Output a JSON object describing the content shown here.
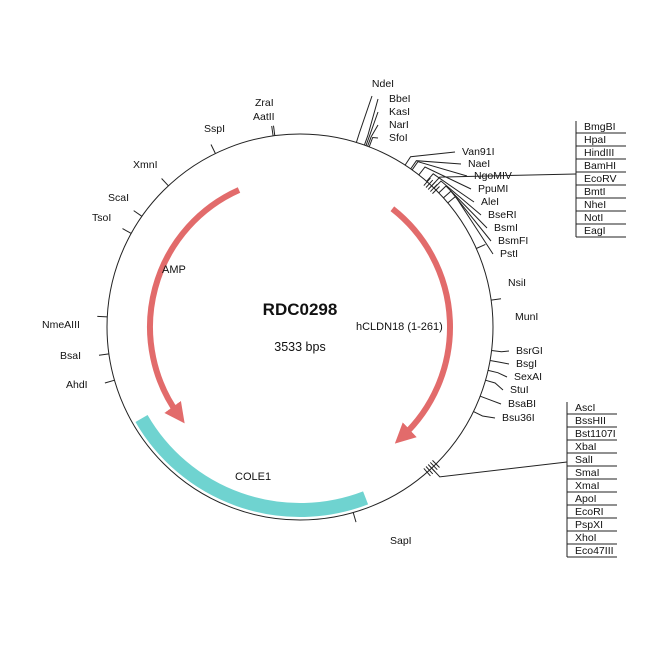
{
  "plasmid": {
    "name": "RDC0298",
    "length_label": "3533 bps",
    "length": 3533
  },
  "colors": {
    "amp": "#e26b6b",
    "hcldn18": "#e26b6b",
    "cole1": "#6fd3d0",
    "backbone": "#222222"
  },
  "features": [
    {
      "id": "amp",
      "label": "AMP",
      "type": "arrow",
      "start_deg": 336,
      "end_deg": 238,
      "direction": "ccw",
      "color": "#e26b6b"
    },
    {
      "id": "hcldn18",
      "label": "hCLDN18 (1-261)",
      "type": "arrow",
      "start_deg": 38,
      "end_deg": 140,
      "direction": "cw",
      "color": "#e26b6b"
    },
    {
      "id": "cole1",
      "label": "COLE1",
      "type": "band",
      "start_deg": 240,
      "end_deg": 159,
      "color": "#6fd3d0"
    }
  ],
  "sites": [
    {
      "label": "NdeI",
      "deg": 17
    },
    {
      "label": "BbeI",
      "deg": 19.5
    },
    {
      "label": "KasI",
      "deg": 20
    },
    {
      "label": "NarI",
      "deg": 20.5
    },
    {
      "label": "SfoI",
      "deg": 21
    },
    {
      "label": "Van91I",
      "deg": 33
    },
    {
      "label": "NaeI",
      "deg": 35
    },
    {
      "label": "NgoMIV",
      "deg": 35.5
    },
    {
      "label": "PpuMI",
      "deg": 38
    },
    {
      "label": "AleI",
      "deg": 41
    },
    {
      "label": "BseRI",
      "deg": 44
    },
    {
      "label": "BsmI",
      "deg": 46
    },
    {
      "label": "BsmFI",
      "deg": 48
    },
    {
      "label": "PstI",
      "deg": 50
    },
    {
      "label": "NsiI",
      "deg": 66
    },
    {
      "label": "MunI",
      "deg": 82
    },
    {
      "label": "BsrGI",
      "deg": 97
    },
    {
      "label": "BsgI",
      "deg": 100
    },
    {
      "label": "SexAI",
      "deg": 103
    },
    {
      "label": "StuI",
      "deg": 106
    },
    {
      "label": "BsaBI",
      "deg": 111
    },
    {
      "label": "Bsu36I",
      "deg": 116
    },
    {
      "label": "SapI",
      "deg": 164
    },
    {
      "label": "AhdI",
      "deg": 254
    },
    {
      "label": "BsaI",
      "deg": 262
    },
    {
      "label": "NmeAIII",
      "deg": 273
    },
    {
      "label": "TsoI",
      "deg": 299
    },
    {
      "label": "ScaI",
      "deg": 305
    },
    {
      "label": "XmnI",
      "deg": 317
    },
    {
      "label": "SspI",
      "deg": 334
    },
    {
      "label": "AatII",
      "deg": 352
    },
    {
      "label": "ZraI",
      "deg": 352.5
    }
  ],
  "site_clusters": [
    {
      "id": "mcs-top",
      "deg": 43,
      "labels": [
        "BmgBI",
        "HpaI",
        "HindIII",
        "BamHI",
        "EcoRV",
        "BmtI",
        "NheI",
        "NotI",
        "EagI"
      ]
    },
    {
      "id": "mcs-bottom",
      "deg": 137,
      "labels": [
        "AscI",
        "BssHII",
        "Bst1107I",
        "XbaI",
        "SalI",
        "SmaI",
        "XmaI",
        "ApoI",
        "EcoRI",
        "PspXI",
        "XhoI",
        "Eco47III"
      ]
    }
  ]
}
